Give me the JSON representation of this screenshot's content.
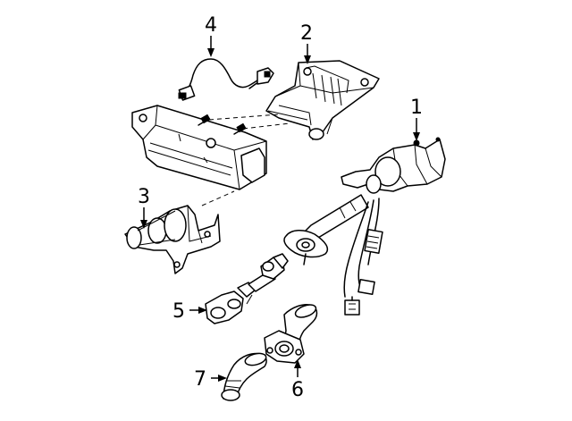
{
  "callouts": [
    {
      "label": "1"
    },
    {
      "label": "2"
    },
    {
      "label": "3"
    },
    {
      "label": "4"
    },
    {
      "label": "5"
    },
    {
      "label": "6"
    },
    {
      "label": "7"
    }
  ],
  "colors": {
    "background": "#ffffff",
    "ink": "#000000"
  }
}
